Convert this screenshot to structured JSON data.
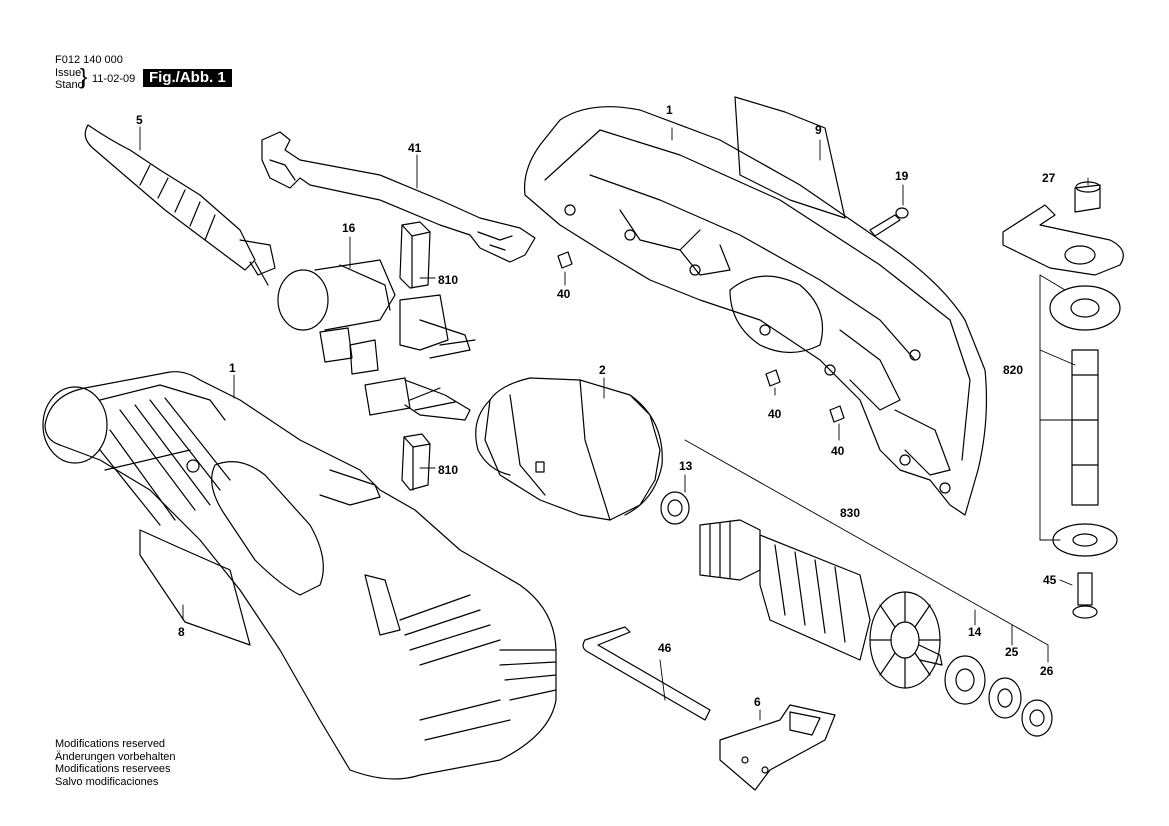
{
  "header": {
    "doc_number": "F012 140 000",
    "issue_label": "Issue",
    "stand_label": "Stand",
    "date": "11-02-09",
    "figure": "Fig./Abb. 1"
  },
  "parts": {
    "p1a": "1",
    "p1b": "1",
    "p2": "2",
    "p5": "5",
    "p6": "6",
    "p8": "8",
    "p9": "9",
    "p13": "13",
    "p14": "14",
    "p16": "16",
    "p19": "19",
    "p25": "25",
    "p26": "26",
    "p27": "27",
    "p40a": "40",
    "p40b": "40",
    "p40c": "40",
    "p41": "41",
    "p45": "45",
    "p46": "46",
    "p810a": "810",
    "p810b": "810",
    "p820": "820",
    "p830": "830"
  },
  "notes": [
    "Modifications reserved",
    "Änderungen vorbehalten",
    "Modifications reservees",
    "Salvo modificaciones"
  ]
}
